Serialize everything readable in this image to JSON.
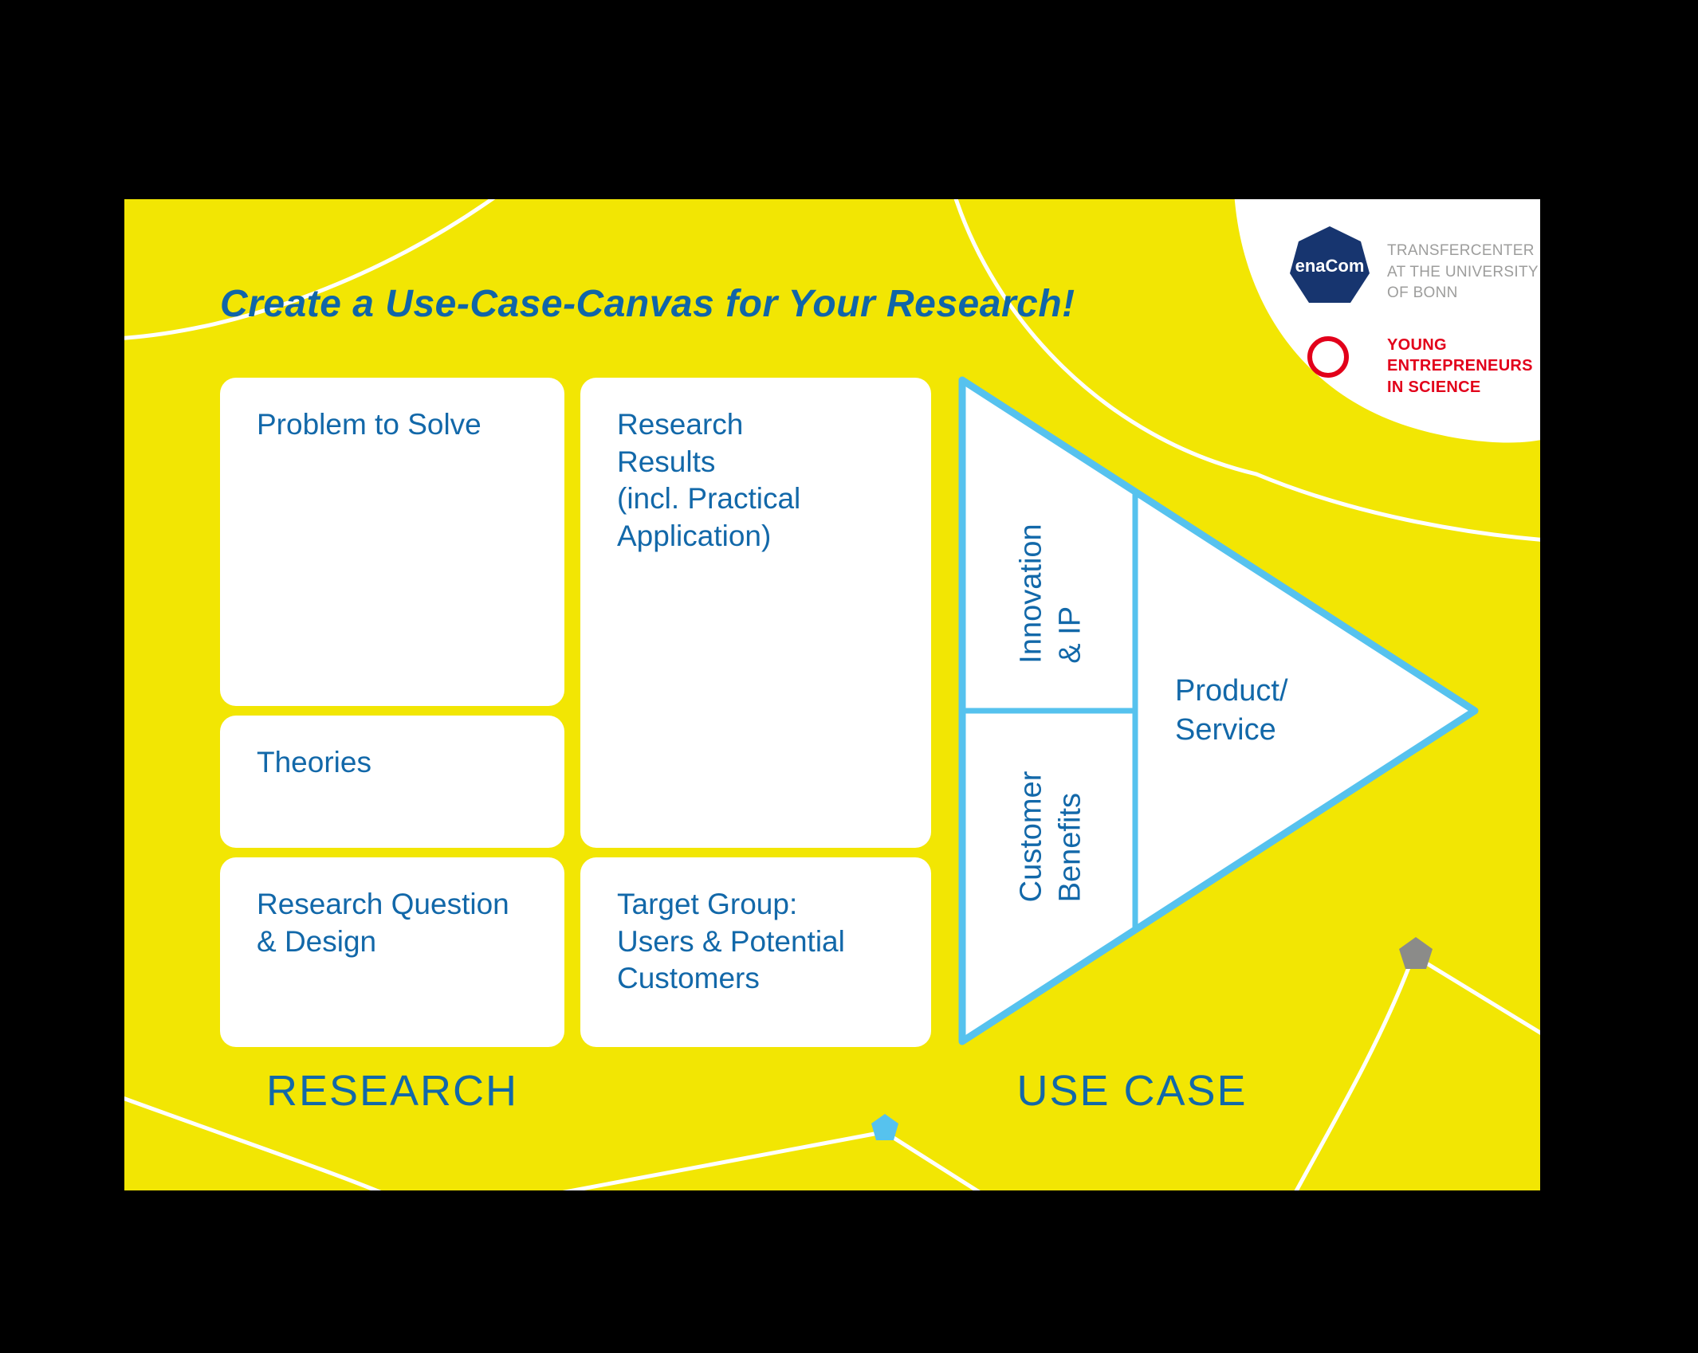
{
  "title": "Create a Use-Case-Canvas for Your Research!",
  "cards": {
    "problem_to_solve": "Problem to Solve",
    "theories": "Theories",
    "research_question": "Research Question\n& Design",
    "research_results": "Research\nResults\n(incl. Practical\nApplication)",
    "target_group": "Target Group:\nUsers & Potential\nCustomers"
  },
  "triangle": {
    "innovation_ip": "Innovation\n& IP",
    "customer_benefits": "Customer\nBenefits",
    "product_service": "Product/\nService"
  },
  "sections": {
    "research": "RESEARCH",
    "use_case": "USE CASE"
  },
  "logos": {
    "enacom_mark": "enaCom",
    "transfercenter": "TRANSFERCENTER\nAT THE UNIVERSITY\nOF BONN",
    "young_entrepreneurs": "YOUNG\nENTREPRENEURS\nIN SCIENCE"
  },
  "colors": {
    "background": "#000000",
    "slide_yellow": "#F2E603",
    "text_blue": "#1268A9",
    "title_blue": "#1065A8",
    "triangle_blue": "#56C2EE",
    "logo_red": "#E2001A",
    "logo_gray": "#9D9D9C",
    "enacom_navy": "#17356F",
    "node_gray": "#8B8B89"
  }
}
